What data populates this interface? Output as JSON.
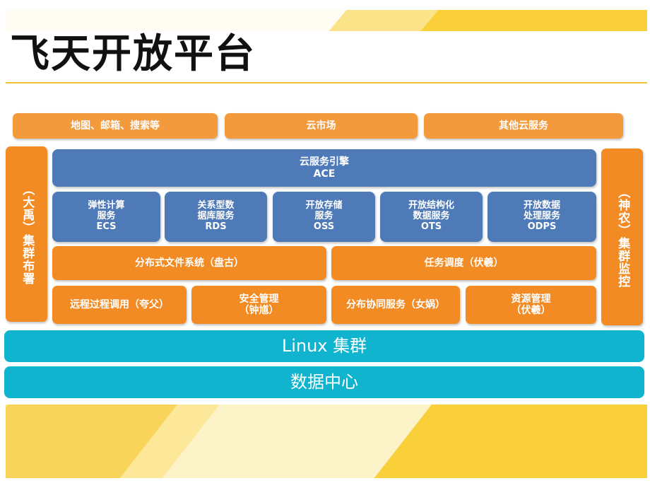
{
  "title": "飞天开放平台",
  "top_row": [
    "地图、邮箱、搜索等",
    "云市场",
    "其他云服务"
  ],
  "left_side": "（大禹）集群布署",
  "right_side": "（神农）集群监控",
  "ace": {
    "line1": "云服务引擎",
    "line2": "ACE"
  },
  "services": [
    {
      "l1": "弹性计算",
      "l2": "服务",
      "l3": "ECS"
    },
    {
      "l1": "关系型数",
      "l2": "据库服务",
      "l3": "RDS"
    },
    {
      "l1": "开放存储",
      "l2": "服务",
      "l3": "OSS"
    },
    {
      "l1": "开放结构化",
      "l2": "数据服务",
      "l3": "OTS"
    },
    {
      "l1": "开放数据",
      "l2": "处理服务",
      "l3": "ODPS"
    }
  ],
  "middle_row": [
    "分布式文件系统（盘古）",
    "任务调度（伏羲）"
  ],
  "bottom_row": [
    {
      "l1": "远程过程调用（夸父）",
      "l2": ""
    },
    {
      "l1": "安全管理",
      "l2": "（钟馗）"
    },
    {
      "l1": "分布协同服务（女娲）",
      "l2": ""
    },
    {
      "l1": "资源管理",
      "l2": "（伏羲）"
    }
  ],
  "linux": "Linux 集群",
  "datacenter": "数据中心",
  "colors": {
    "orange": "#f28b24",
    "blue": "#4e7ab8",
    "teal": "#11b4cf",
    "yellow": "#f9cf3a"
  }
}
